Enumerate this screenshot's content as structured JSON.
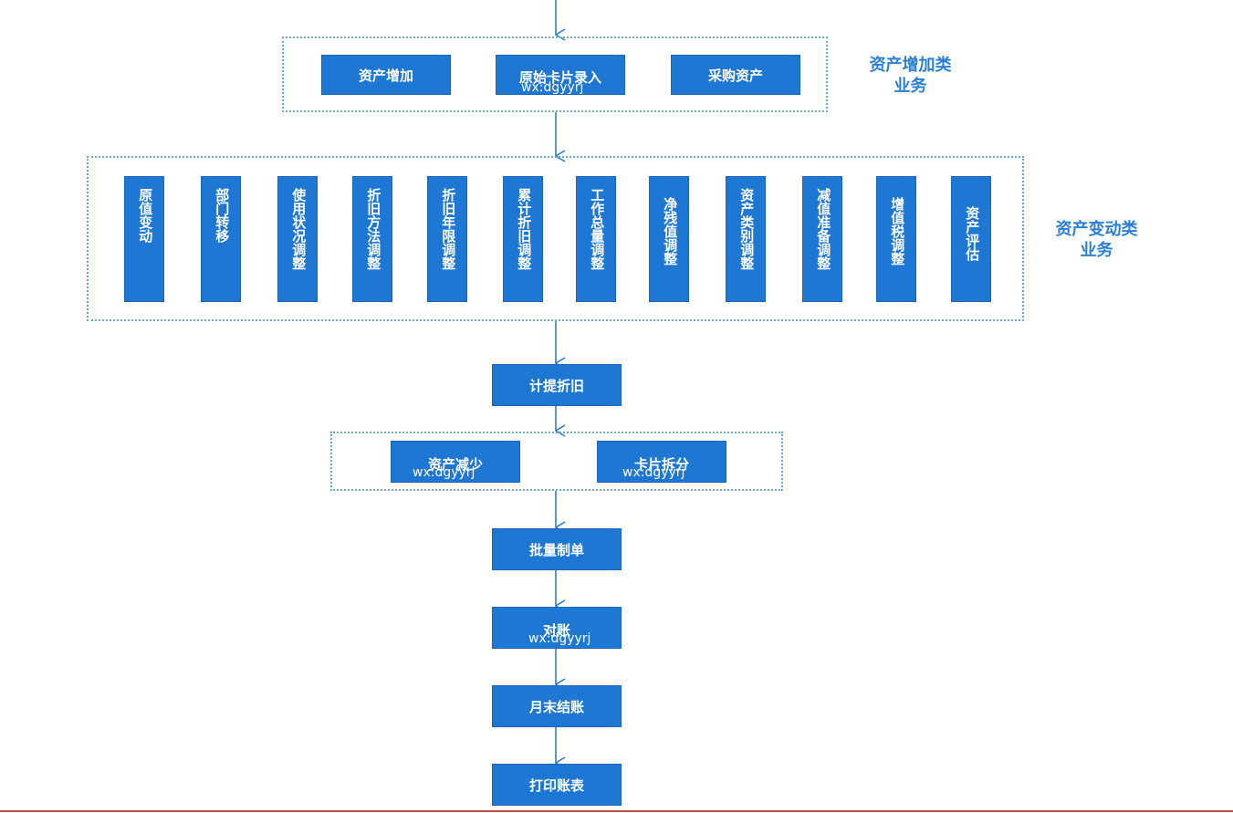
{
  "colors": {
    "box": "#1f77d4",
    "border": "#6aa7de",
    "side_label": "#2a7fd6",
    "rule": "#c0504d"
  },
  "watermark": "wx:dgyyrj",
  "asset_increase": {
    "side_label": "资产增加类\n业务",
    "items": [
      "资产增加",
      "原始卡片录入",
      "采购资产"
    ]
  },
  "asset_change": {
    "side_label": "资产变动类\n业务",
    "items": [
      "原值变动",
      "部门转移",
      "使用状况调整",
      "折旧方法调整",
      "折旧年限调整",
      "累计折旧调整",
      "工作总量调整",
      "净残值调整",
      "资产类别调整",
      "减值准备调整",
      "增值税调整",
      "资产评估"
    ]
  },
  "depreciation": "计提折旧",
  "asset_decrease": {
    "items": [
      "资产减少",
      "卡片拆分"
    ]
  },
  "batch_voucher": "批量制单",
  "reconcile": "对账",
  "month_end": "月末结账",
  "print_reports": "打印账表"
}
